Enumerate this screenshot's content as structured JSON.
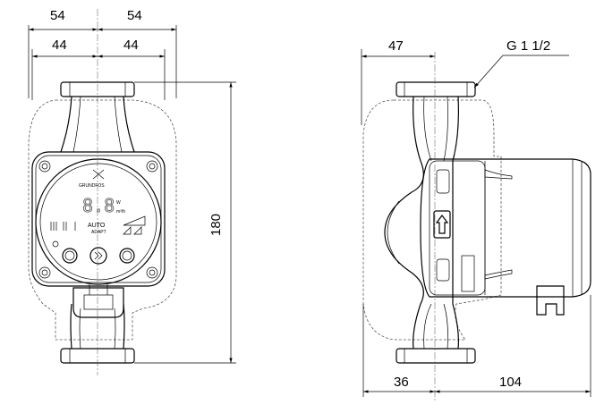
{
  "dimensions": {
    "front": {
      "left_outer": "54",
      "right_outer": "54",
      "left_inner": "44",
      "right_inner": "44",
      "height": "180"
    },
    "side": {
      "top_offset": "47",
      "thread": "G 1 1/2",
      "bottom_left": "36",
      "bottom_right": "104"
    }
  },
  "control_panel": {
    "display_value": "8.8",
    "unit_top": "W",
    "unit_bottom": "m³/h",
    "mode_line1": "AUTO",
    "mode_line2": "ADAPT",
    "brand": "GRUNDFOS"
  }
}
